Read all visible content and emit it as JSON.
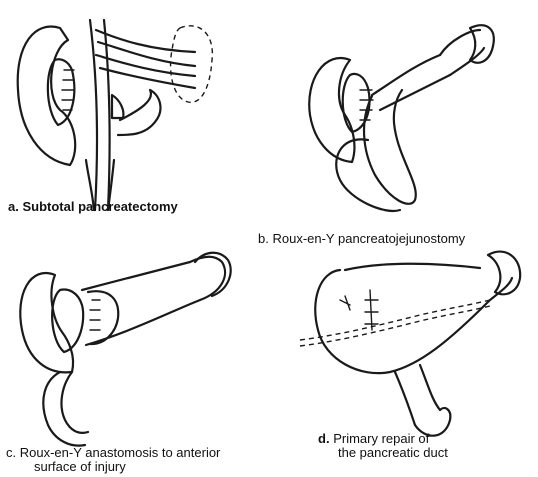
{
  "captions": {
    "a": {
      "letter": "a.",
      "text": "Subtotal pancreatectomy"
    },
    "b": {
      "letter": "b.",
      "text": "Roux-en-Y pancreatojejunostomy"
    },
    "c": {
      "letter": "c.",
      "line1": "Roux-en-Y anastomosis to anterior",
      "line2": "surface of injury"
    },
    "d": {
      "letter": "d.",
      "line1": "Primary repair of",
      "line2": "the pancreatic duct"
    }
  }
}
